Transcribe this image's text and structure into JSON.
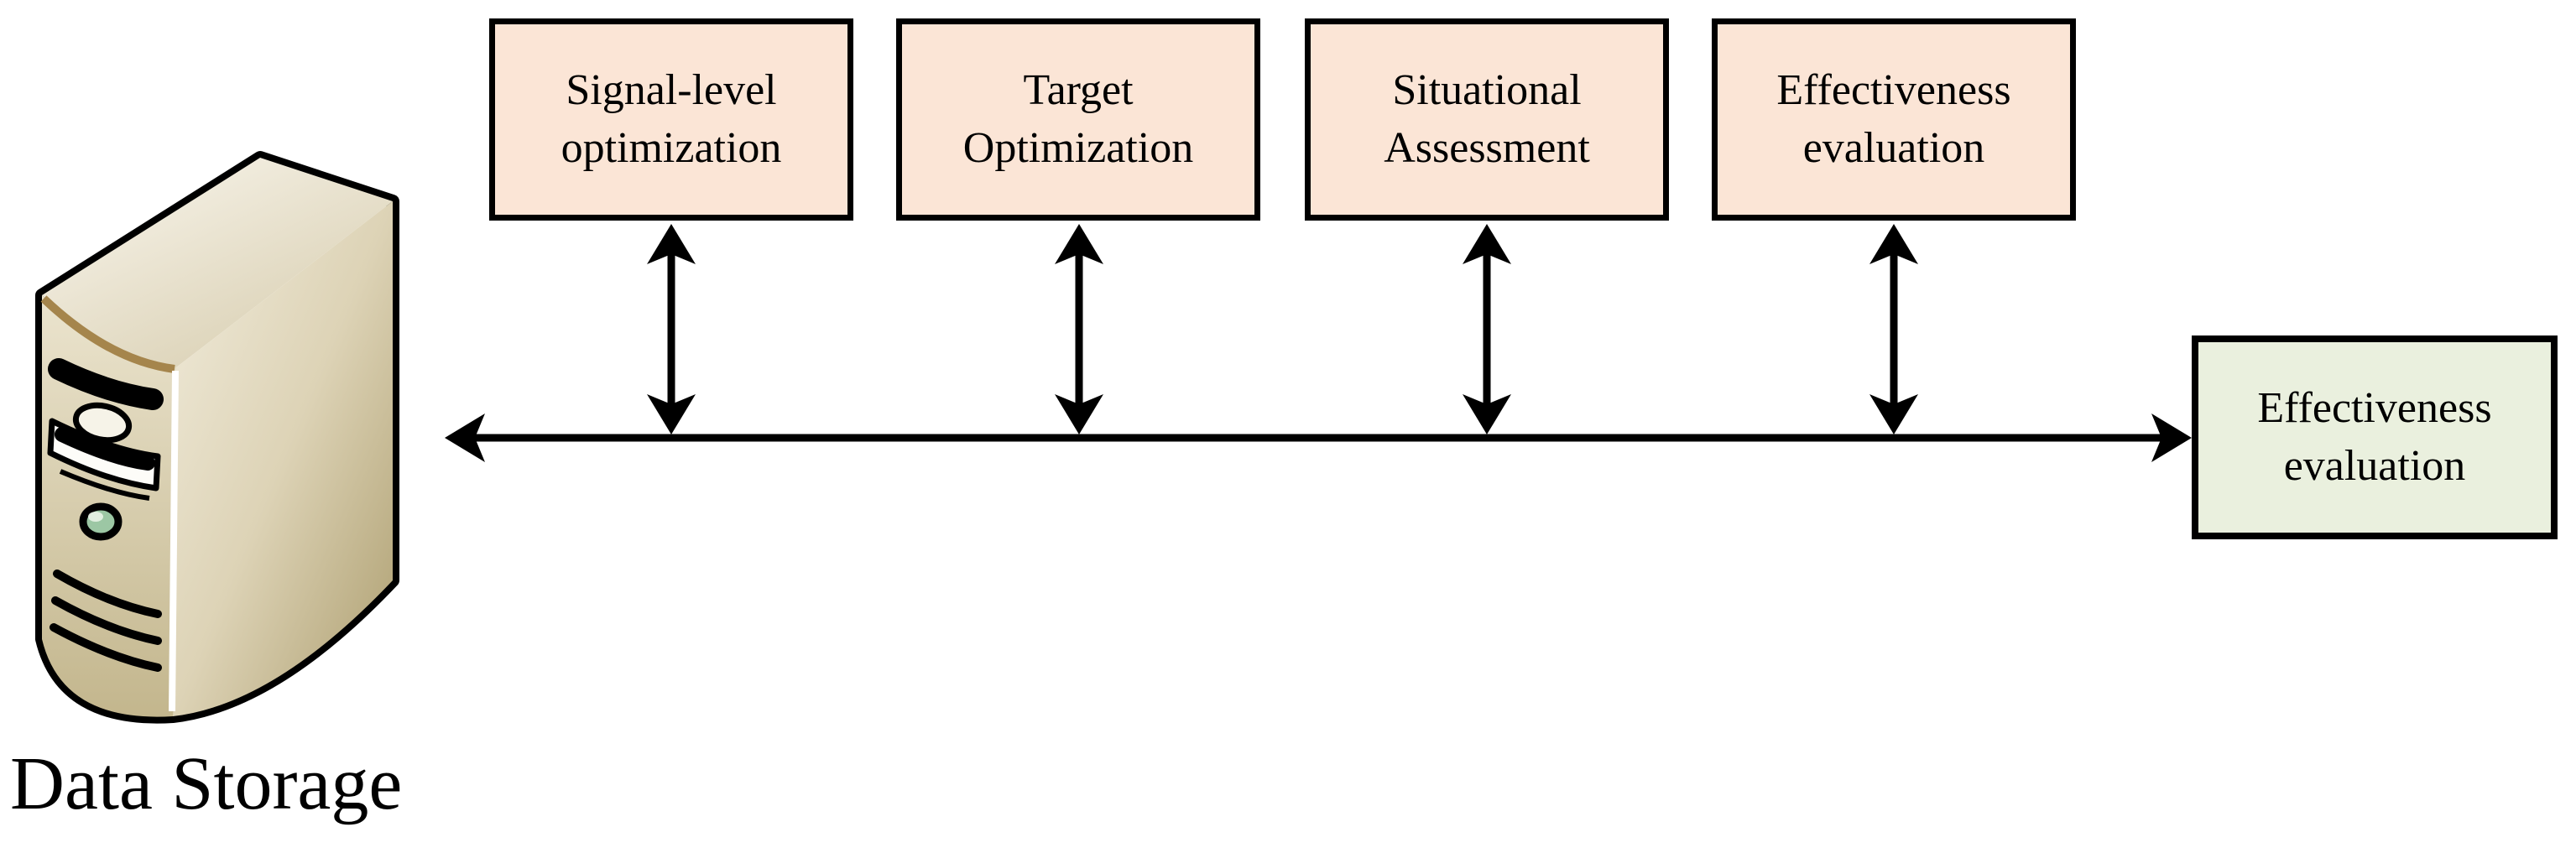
{
  "diagram": {
    "process_boxes": [
      {
        "label": "Signal-level optimization"
      },
      {
        "label": "Target Optimization"
      },
      {
        "label": "Situational Assessment"
      },
      {
        "label": "Effectiveness evaluation"
      }
    ],
    "output_box": {
      "label": "Effectiveness evaluation"
    },
    "storage": {
      "label": "Data Storage",
      "icon": "server-tower-icon"
    },
    "colors": {
      "process_box_fill": "#FBE5D6",
      "output_box_fill": "#EAF0DE",
      "border": "#000000",
      "arrow": "#000000",
      "server_body": "#D7CDAF",
      "server_accent": "#A5854C",
      "power_button": "#9CC7A4"
    }
  }
}
